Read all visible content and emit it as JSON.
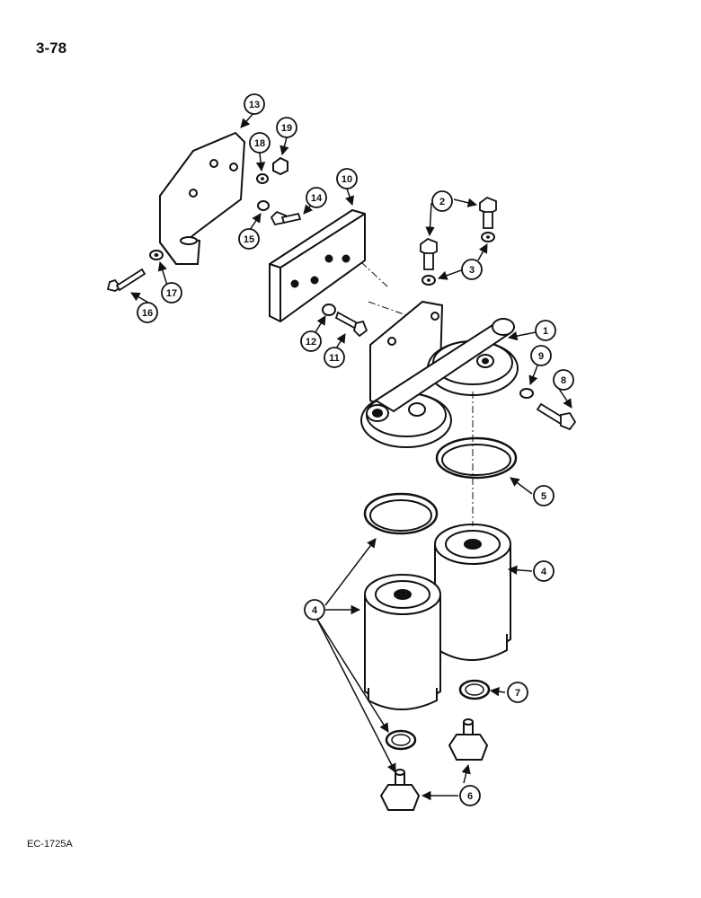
{
  "page_number": "3-78",
  "figure_code": "EC-1725A",
  "callouts": [
    "1",
    "2",
    "3",
    "4",
    "5",
    "6",
    "7",
    "8",
    "9",
    "10",
    "11",
    "12",
    "13",
    "14",
    "15",
    "16",
    "17",
    "18",
    "19"
  ],
  "colors": {
    "ink": "#111111",
    "paper": "#ffffff",
    "shade": "#d8d8d8"
  }
}
